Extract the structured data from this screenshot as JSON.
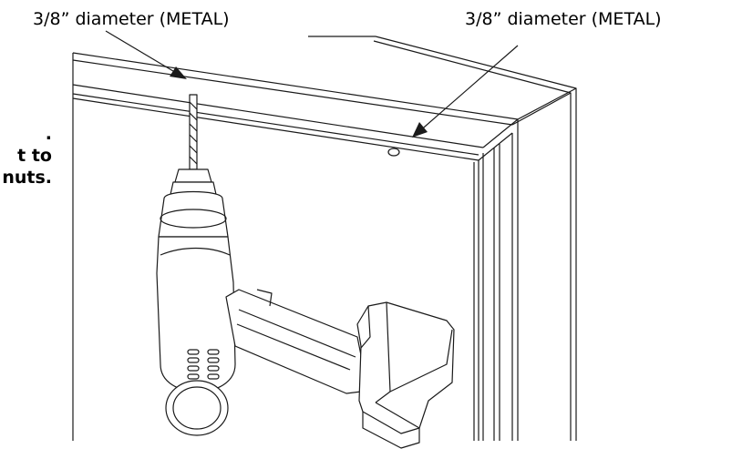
{
  "callouts": {
    "left": "3/8” diameter (METAL)",
    "right": "3/8” diameter (METAL)"
  },
  "notes": [
    ".",
    "t to",
    "nuts."
  ],
  "icons": {
    "drill": "cordless-drill-icon",
    "arrow": "arrow-icon"
  },
  "colors": {
    "line": "#1a1a1a",
    "panel": "#ffffff",
    "shade": "#e6e6e6"
  }
}
